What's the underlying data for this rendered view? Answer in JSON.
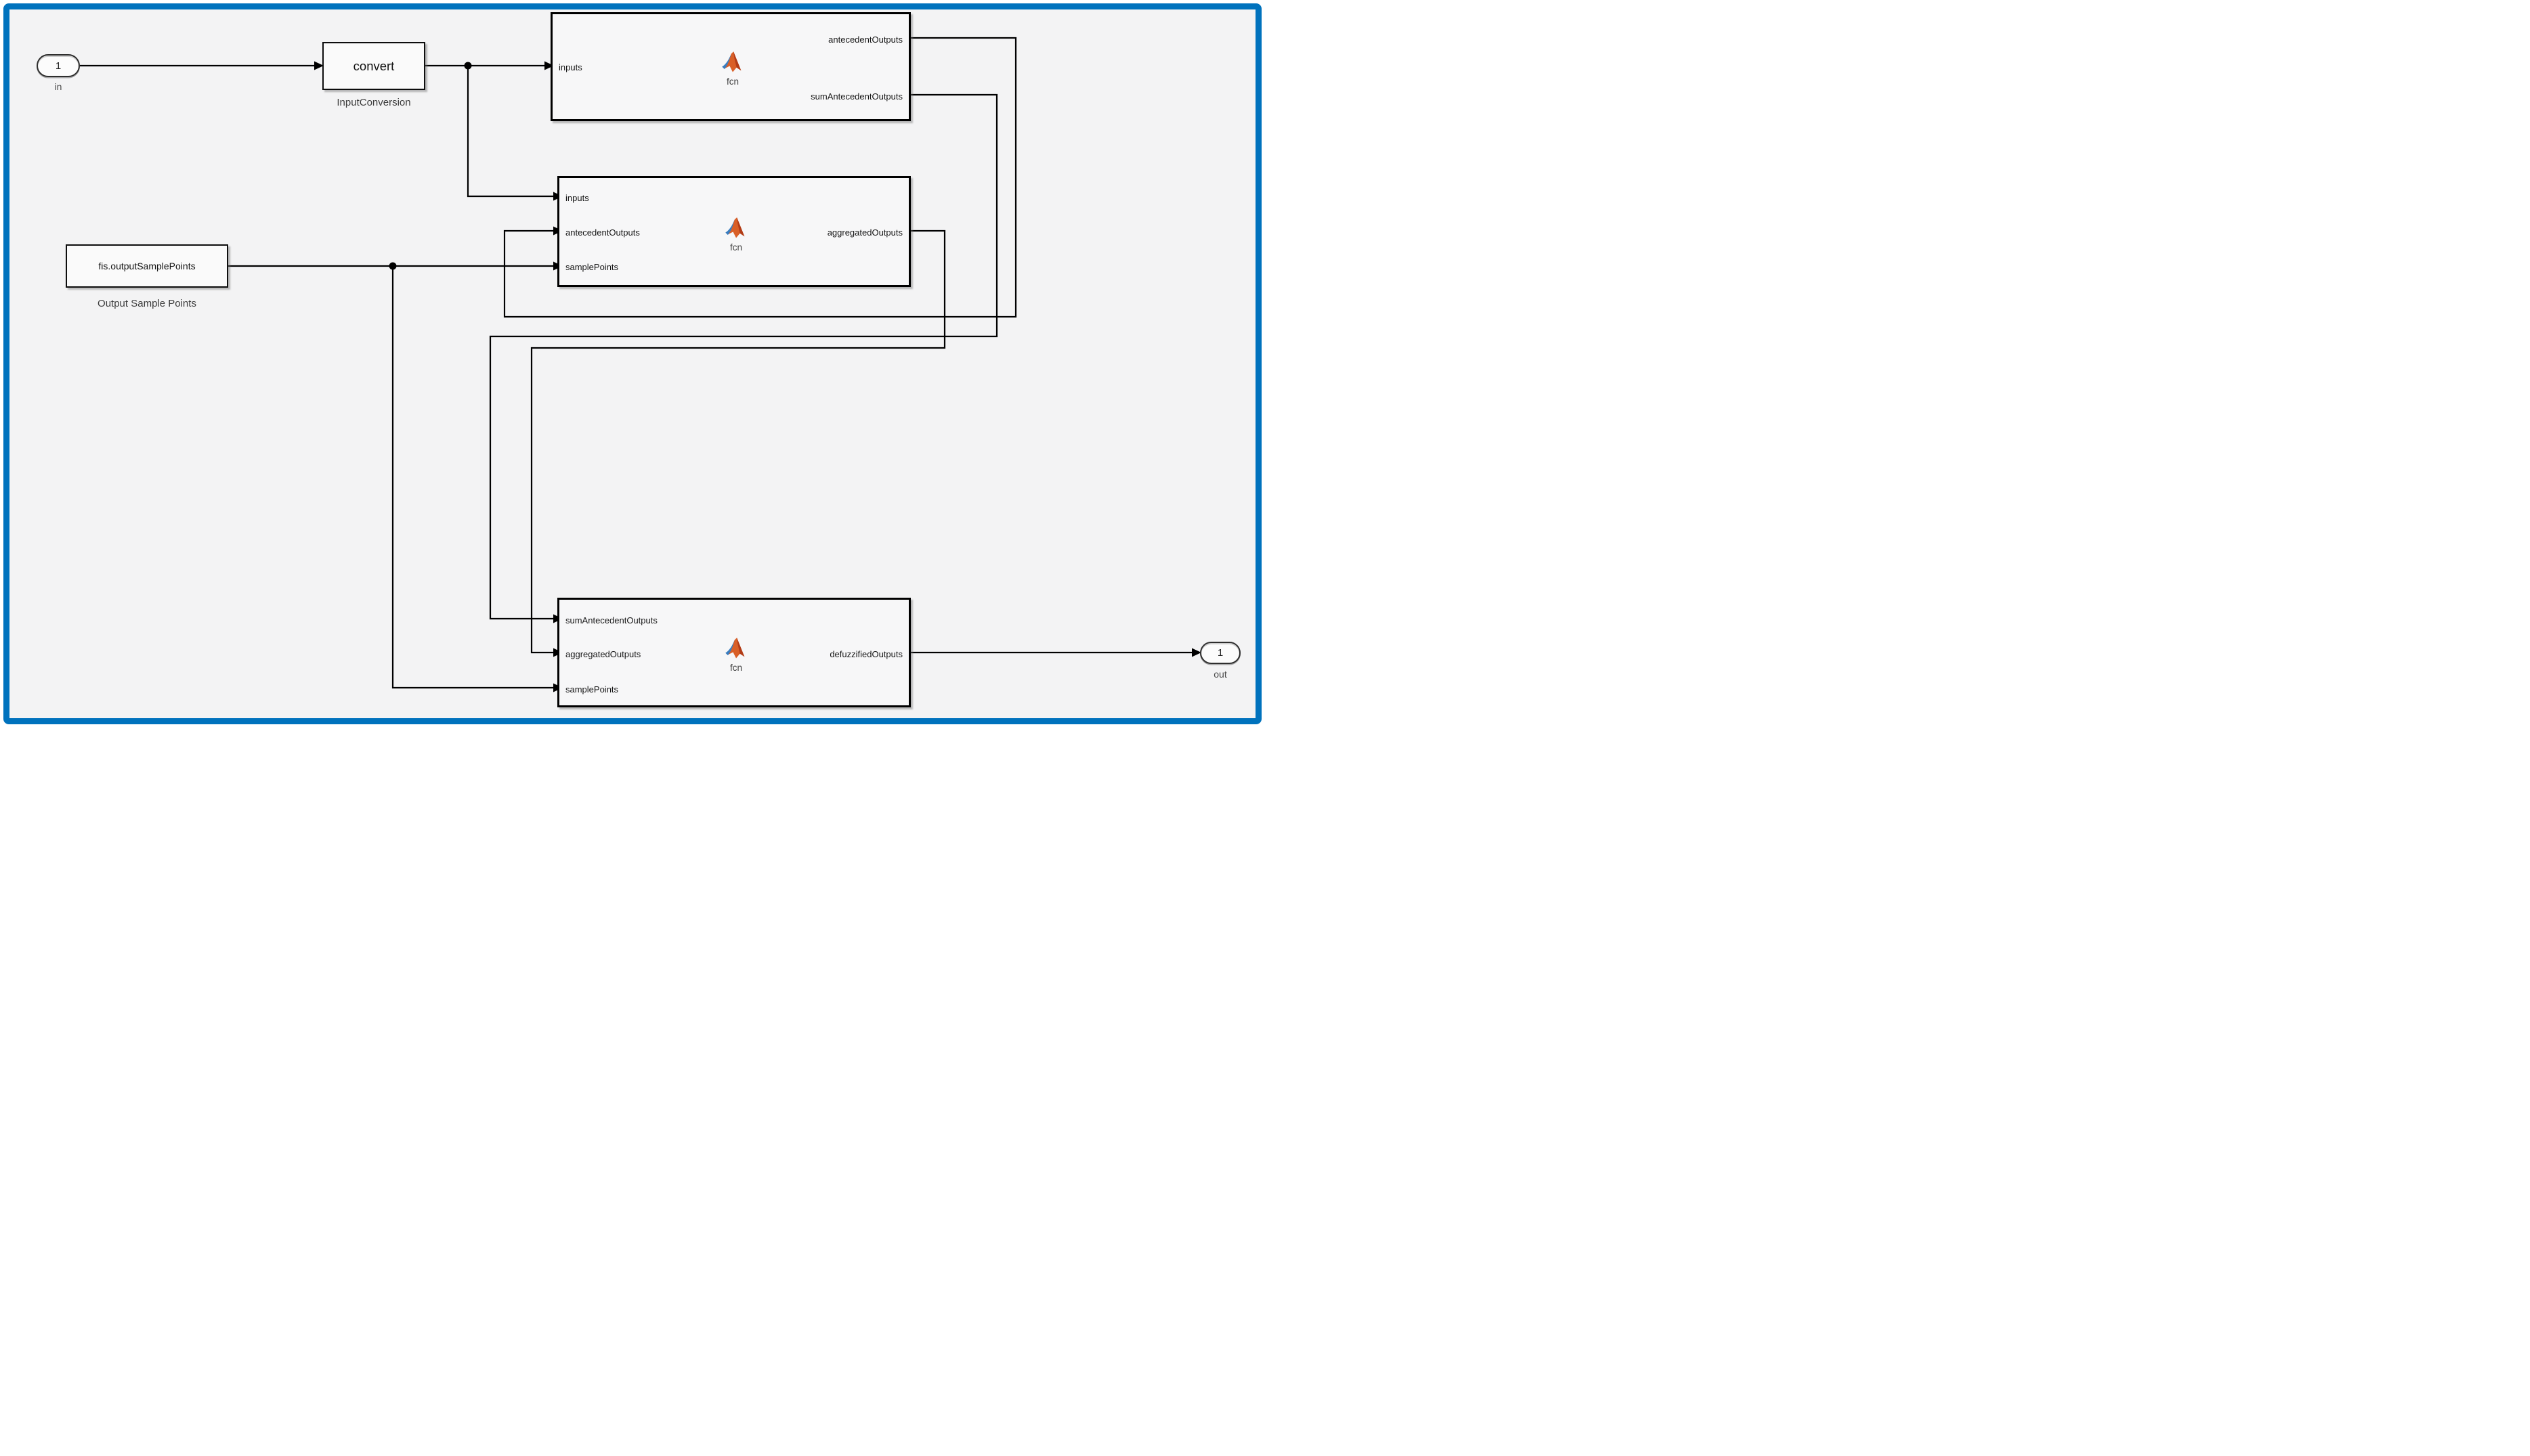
{
  "frame": {
    "color": "#0072bd",
    "background": "#f3f3f4",
    "outer_margin_color": "#ffffff"
  },
  "wire": {
    "color": "#000000"
  },
  "inport": {
    "number": "1",
    "label": "in"
  },
  "outport": {
    "number": "1",
    "label": "out"
  },
  "convert_block": {
    "text": "convert",
    "label": "InputConversion"
  },
  "sample_points_block": {
    "text": "fis.outputSamplePoints",
    "label": "Output Sample Points"
  },
  "fcn_blocks": {
    "evaluate_rules": {
      "icon": "matlab-membrane-icon",
      "icon_label": "fcn",
      "in_ports": [
        "inputs"
      ],
      "out_ports": [
        "antecedentOutputs",
        "sumAntecedentOutputs"
      ]
    },
    "aggregate_outputs": {
      "icon": "matlab-membrane-icon",
      "icon_label": "fcn",
      "in_ports": [
        "inputs",
        "antecedentOutputs",
        "samplePoints"
      ],
      "out_ports": [
        "aggregatedOutputs"
      ]
    },
    "defuzzify_outputs": {
      "icon": "matlab-membrane-icon",
      "icon_label": "fcn",
      "in_ports": [
        "sumAntecedentOutputs",
        "aggregatedOutputs",
        "samplePoints"
      ],
      "out_ports": [
        "defuzzifiedOutputs"
      ]
    }
  },
  "icon_colors": {
    "blue": "#3a7dbf",
    "orange": "#d95f27",
    "dark_orange": "#b23c17"
  },
  "connections": [
    "in -> InputConversion",
    "InputConversion -> evaluate_rules.inputs",
    "InputConversion -> aggregate_outputs.inputs",
    "evaluate_rules.antecedentOutputs -> aggregate_outputs.antecedentOutputs",
    "evaluate_rules.sumAntecedentOutputs -> defuzzify_outputs.sumAntecedentOutputs",
    "fis.outputSamplePoints -> aggregate_outputs.samplePoints",
    "fis.outputSamplePoints -> defuzzify_outputs.samplePoints",
    "aggregate_outputs.aggregatedOutputs -> defuzzify_outputs.aggregatedOutputs",
    "defuzzify_outputs.defuzzifiedOutputs -> out"
  ]
}
